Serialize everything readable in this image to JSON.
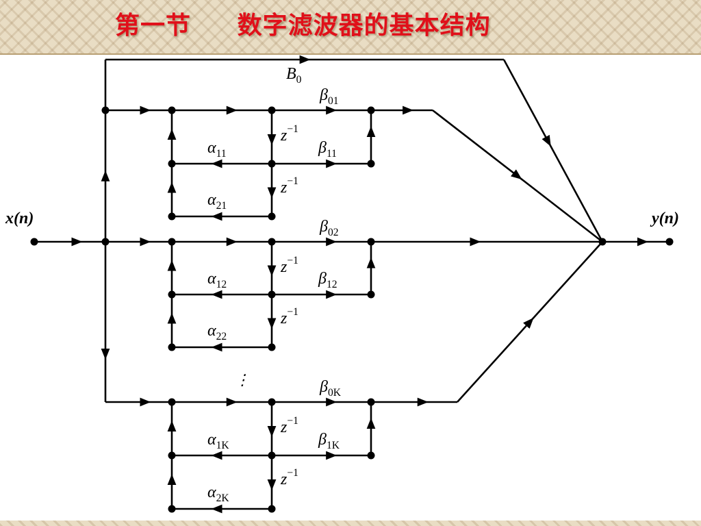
{
  "title": {
    "text": "第一节     数字滤波器的基本结构"
  },
  "diagram": {
    "input_label": "x(n)",
    "output_label": "y(n)",
    "direct_gain": {
      "base": "B",
      "sub": "0"
    },
    "delay": {
      "base": "z",
      "sup": "−1"
    },
    "sections": [
      {
        "beta0": {
          "base": "β",
          "sub": "01"
        },
        "beta1": {
          "base": "β",
          "sub": "11"
        },
        "alpha1": {
          "base": "α",
          "sub": "11"
        },
        "alpha2": {
          "base": "α",
          "sub": "21"
        }
      },
      {
        "beta0": {
          "base": "β",
          "sub": "02"
        },
        "beta1": {
          "base": "β",
          "sub": "12"
        },
        "alpha1": {
          "base": "α",
          "sub": "12"
        },
        "alpha2": {
          "base": "α",
          "sub": "22"
        }
      },
      {
        "beta0": {
          "base": "β",
          "sub": "0K"
        },
        "beta1": {
          "base": "β",
          "sub": "1K"
        },
        "alpha1": {
          "base": "α",
          "sub": "1K"
        },
        "alpha2": {
          "base": "α",
          "sub": "2K"
        }
      }
    ],
    "ellipsis": "⋮"
  }
}
